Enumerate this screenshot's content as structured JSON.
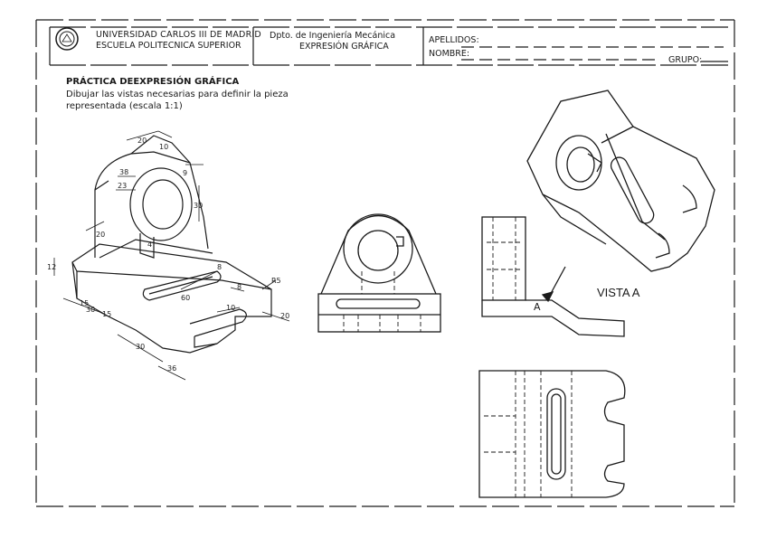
{
  "header": {
    "university_line1": "UNIVERSIDAD CARLOS III DE MADRID",
    "university_line2": "ESCUELA POLITECNICA SUPERIOR",
    "department_line1": "Dpto. de Ingeniería Mecánica",
    "department_line2": "EXPRESIÓN GRÁFICA",
    "surname_label": "APELLIDOS:",
    "name_label": "NOMBRE:",
    "group_label": "GRUPO:"
  },
  "exercise": {
    "title": "PRÁCTICA DEEXPRESIÓN GRÁFICA",
    "instruction_line1": "Dibujar las vistas necesarias para definir la pieza",
    "instruction_line2": "representada (escala 1:1)"
  },
  "drawing": {
    "auxiliary_view_label": "VISTA A",
    "view_marker": "A",
    "dimensions": [
      "20",
      "10",
      "38",
      "23",
      "9",
      "30",
      "20",
      "4",
      "12",
      "15",
      "15",
      "60",
      "R5",
      "8",
      "8",
      "10",
      "20",
      "30",
      "36",
      "30"
    ]
  },
  "colors": {
    "ink": "#1a1a1a",
    "paper": "#ffffff"
  },
  "icons": [
    "university-seal-icon"
  ]
}
